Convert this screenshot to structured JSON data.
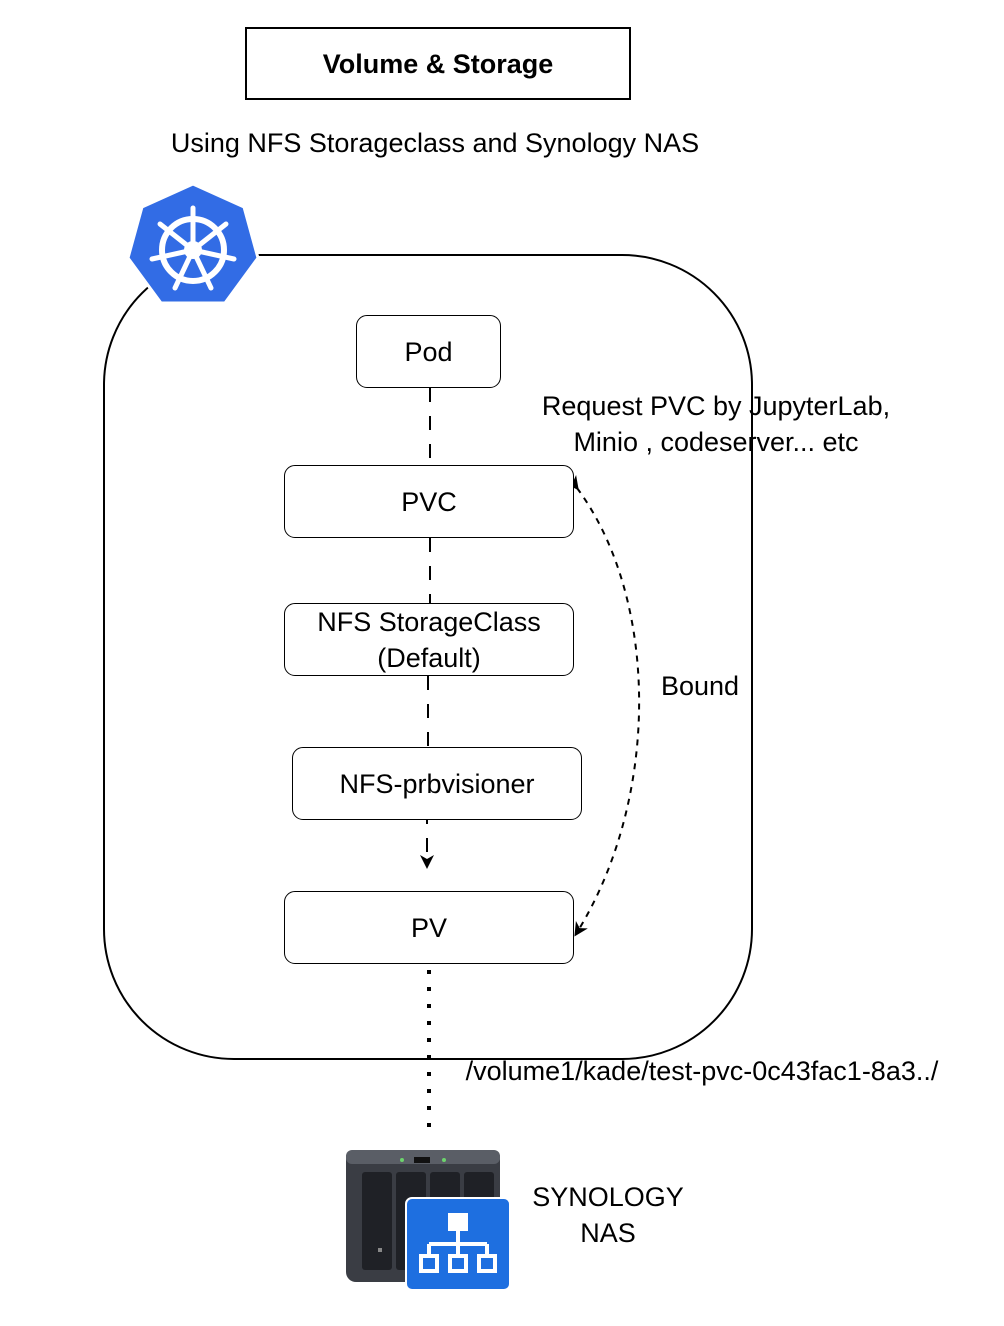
{
  "header": {
    "title": "Volume & Storage",
    "subtitle": "Using NFS Storageclass and Synology NAS"
  },
  "nodes": {
    "pod": "Pod",
    "pvc": "PVC",
    "storageclass_line1": "NFS StorageClass",
    "storageclass_line2": "(Default)",
    "provisioner": "NFS-prbvisioner",
    "pv": "PV"
  },
  "annotations": {
    "request_line1": "Request PVC by JupyterLab,",
    "request_line2": "Minio , codeserver... etc",
    "bound": "Bound",
    "volume_path": "/volume1/kade/test-pvc-0c43fac1-8a3../",
    "nas_line1": "SYNOLOGY",
    "nas_line2": "NAS"
  },
  "icons": {
    "cluster": "kubernetes-helm-icon",
    "nas": "synology-nas-icon",
    "network": "network-hierarchy-icon"
  },
  "colors": {
    "kubernetes_blue": "#326CE5",
    "nas_blue": "#1E6FE0",
    "nas_body": "#3A3D44"
  }
}
